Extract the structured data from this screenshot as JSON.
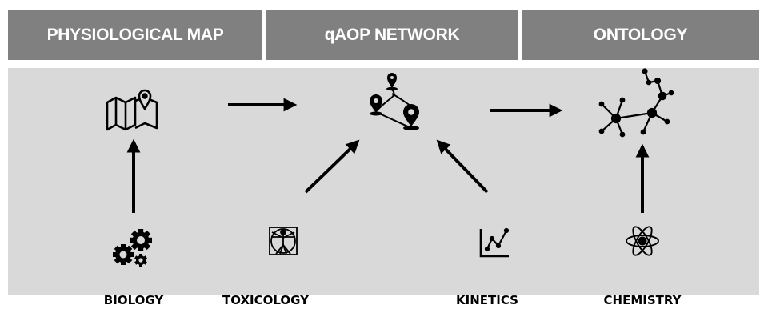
{
  "headers": {
    "physiological_map": "PHYSIOLOGICAL  MAP",
    "qaop_network": "qAOP NETWORK",
    "ontology": "ONTOLOGY"
  },
  "labels": {
    "biology": "BIOLOGY",
    "toxicology": "TOXICOLOGY",
    "kinetics": "KINETICS",
    "chemistry": "CHEMISTRY"
  },
  "icons": {
    "map": "map-with-pin-icon",
    "network": "route-pins-icon",
    "ontology": "molecule-graph-icon",
    "biology": "gears-icon",
    "toxicology": "vitruvian-man-icon",
    "kinetics": "line-chart-icon",
    "chemistry": "atom-icon"
  },
  "colors": {
    "header_bg": "#808080",
    "panel_bg": "#d9d9d9",
    "arrow": "#000000"
  }
}
